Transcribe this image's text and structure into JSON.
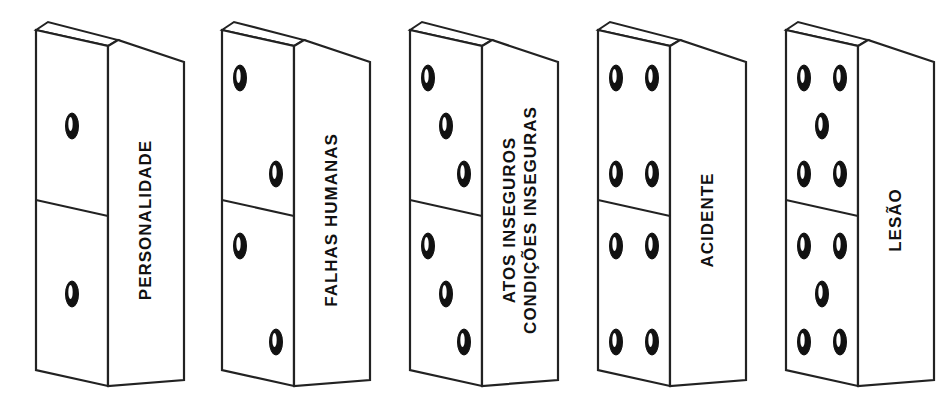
{
  "diagram": {
    "nodes": [
      {
        "text": [
          "PERSONALIDADE"
        ]
      },
      {
        "text": [
          "FALHAS HUMANAS"
        ]
      },
      {
        "text": [
          "ATOS INSEGUROS CONDIÇÕES INSEGURAS"
        ]
      },
      {
        "text": [
          "ACIDENTE"
        ]
      },
      {
        "text": [
          "LESÃO"
        ]
      }
    ]
  }
}
